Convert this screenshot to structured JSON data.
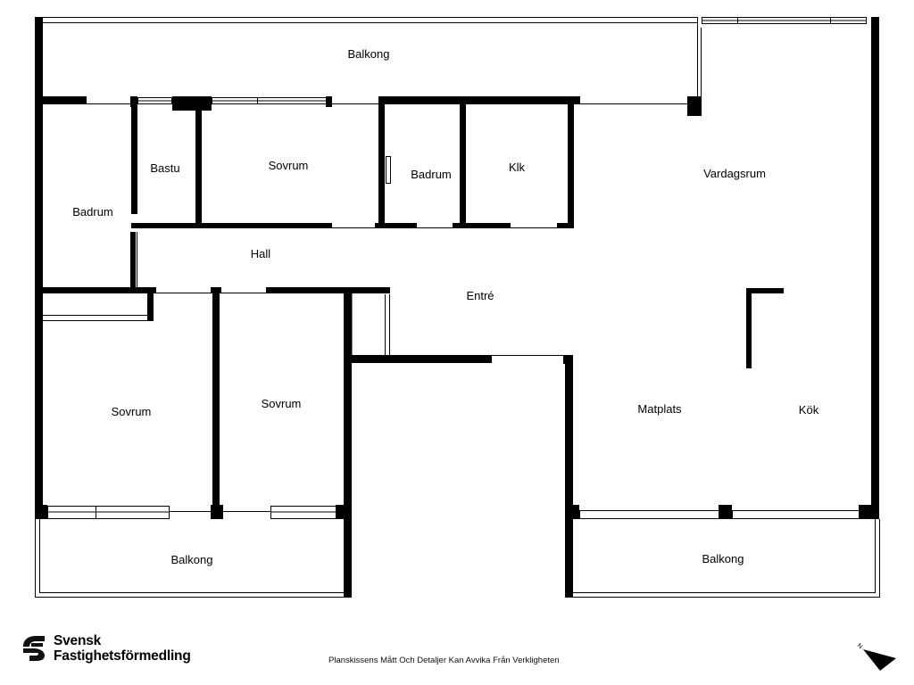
{
  "rooms": {
    "balkong_top": "Balkong",
    "badrum_left": "Badrum",
    "bastu": "Bastu",
    "sovrum_top": "Sovrum",
    "badrum_mid": "Badrum",
    "klk": "Klk",
    "vardagsrum": "Vardagsrum",
    "hall": "Hall",
    "entre": "Entré",
    "sovrum_left": "Sovrum",
    "sovrum_mid": "Sovrum",
    "matplats": "Matplats",
    "kok": "Kök",
    "balkong_bottom_left": "Balkong",
    "balkong_bottom_right": "Balkong"
  },
  "logo": {
    "line1": "Svensk",
    "line2": "Fastighetsförmedling"
  },
  "disclaimer": "Planskissens Mått Och Detaljer Kan Avvika Från Verkligheten",
  "compass": {
    "north_letter": "N",
    "icon": "north-arrow"
  },
  "colors": {
    "wall": "#000000",
    "background": "#ffffff"
  }
}
